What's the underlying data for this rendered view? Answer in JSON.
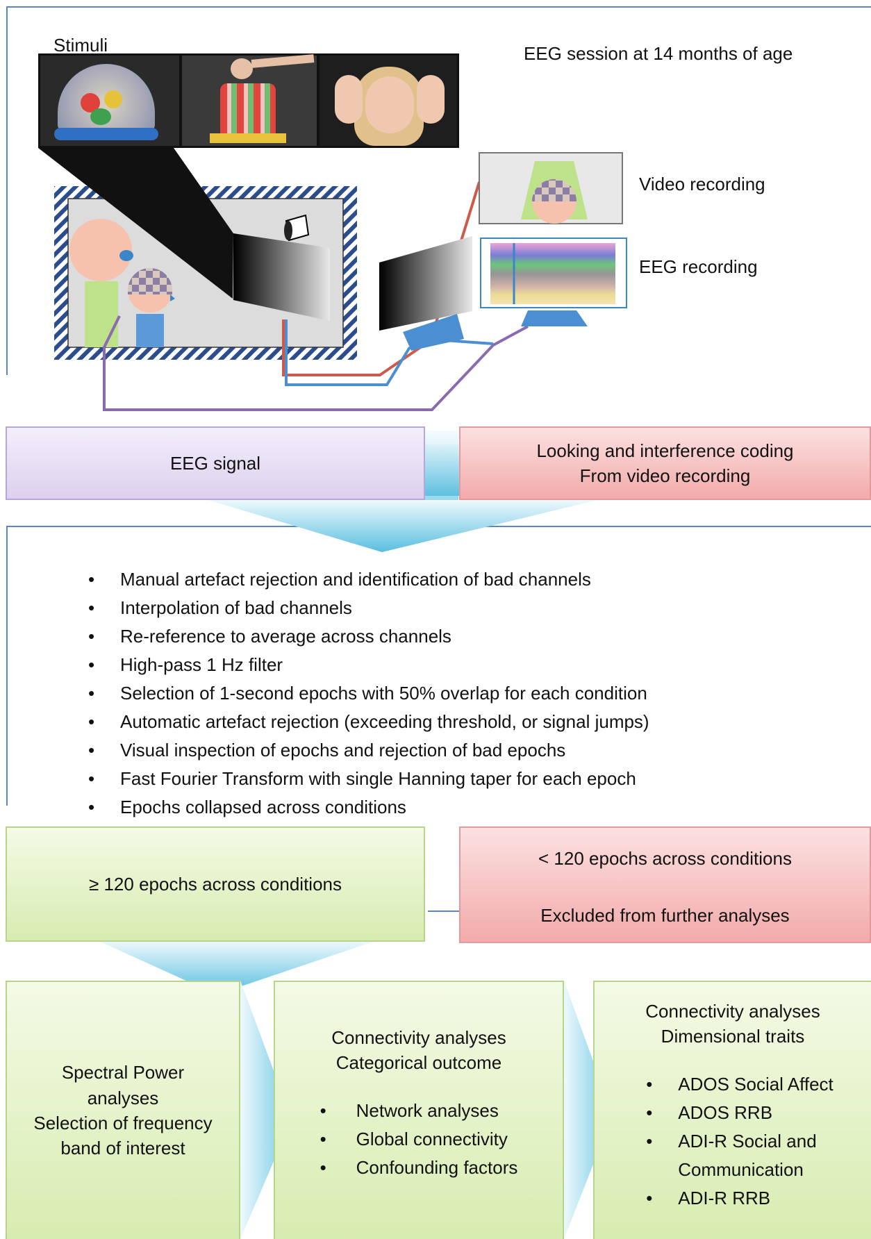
{
  "session": {
    "stimuli_label": "Stimuli",
    "title": "EEG session at 14 months of age",
    "video_label": "Video recording",
    "eeg_label": "EEG recording"
  },
  "signals": {
    "eeg_signal": "EEG signal",
    "video_coding_line1": "Looking and interference coding",
    "video_coding_line2": "From video recording"
  },
  "preprocessing": {
    "steps": [
      "Manual artefact rejection and identification of bad channels",
      "Interpolation of bad channels",
      "Re-reference to average across channels",
      "High-pass 1 Hz filter",
      "Selection of 1-second epochs with 50% overlap for each condition",
      "Automatic artefact rejection (exceeding threshold, or signal jumps)",
      "Visual inspection of epochs and rejection of bad epochs",
      "Fast Fourier Transform with single Hanning taper for each epoch",
      "Epochs collapsed across conditions"
    ]
  },
  "epochs": {
    "included": "≥ 120 epochs across conditions",
    "excluded_line1": "< 120 epochs across conditions",
    "excluded_line2": "Excluded from further analyses"
  },
  "analyses": {
    "spectral": [
      "Spectral Power",
      "analyses",
      "Selection of frequency",
      "band of interest"
    ],
    "categorical_title": [
      "Connectivity analyses",
      "Categorical outcome"
    ],
    "categorical_items": [
      "Network analyses",
      "Global connectivity",
      "Confounding factors"
    ],
    "dimensional_title": [
      "Connectivity analyses",
      "Dimensional traits"
    ],
    "dimensional_items": [
      "ADOS Social Affect",
      "ADOS RRB",
      "ADI-R Social and",
      "ADI-R RRB"
    ],
    "dimensional_item3_cont": "Communication"
  },
  "colors": {
    "frame": "#5b86c5",
    "purple_fill": "#dcd0ee",
    "red_fill": "#f3aaaa",
    "green_fill": "#d7ecb0",
    "arrow_cyan": "#7fd0ea",
    "cable_red": "#cc5b4c",
    "cable_blue": "#4b8ed1",
    "cable_purple": "#8a6bb0"
  }
}
